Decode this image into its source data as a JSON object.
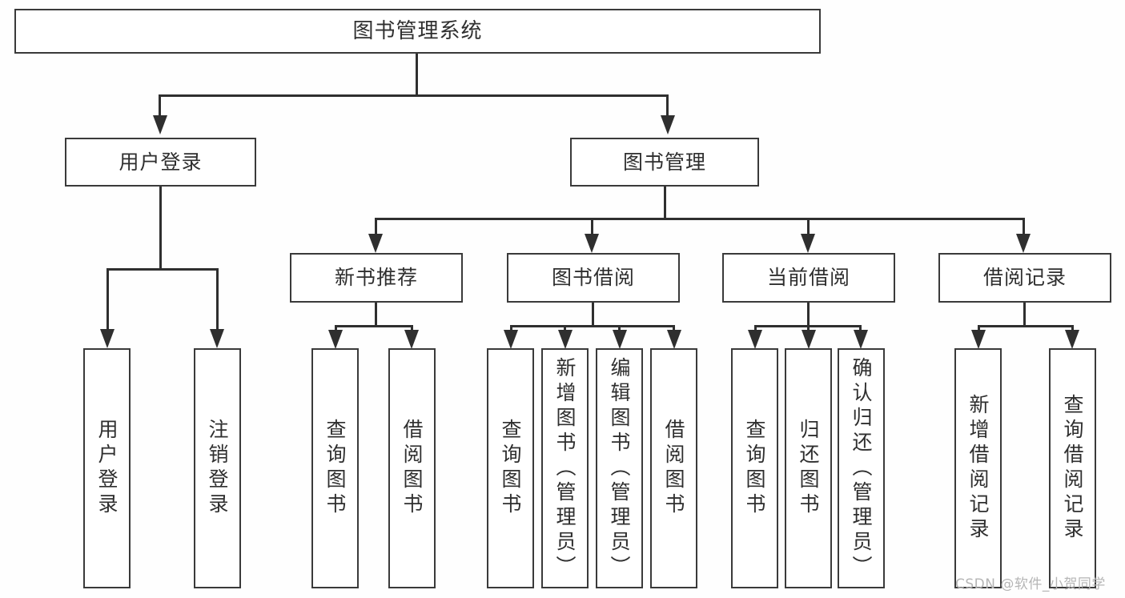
{
  "diagram": {
    "title": "图书管理系统",
    "type": "tree-hierarchy-chart",
    "root": {
      "label": "图书管理系统"
    },
    "level1": [
      {
        "label": "用户登录"
      },
      {
        "label": "图书管理"
      }
    ],
    "level2": [
      {
        "label": "新书推荐"
      },
      {
        "label": "图书借阅"
      },
      {
        "label": "当前借阅"
      },
      {
        "label": "借阅记录"
      }
    ],
    "leaves": {
      "user_login": [
        {
          "label": "用户登录"
        },
        {
          "label": "注销登录"
        }
      ],
      "new_book_recommend": [
        {
          "label": "查询图书"
        },
        {
          "label": "借阅图书"
        }
      ],
      "book_borrow": [
        {
          "label": "查询图书"
        },
        {
          "label": "新增图书（管理员）"
        },
        {
          "label": "编辑图书（管理员）"
        },
        {
          "label": "借阅图书"
        }
      ],
      "current_borrow": [
        {
          "label": "查询图书"
        },
        {
          "label": "归还图书"
        },
        {
          "label": "确认归还（管理员）"
        }
      ],
      "borrow_record": [
        {
          "label": "新增借阅记录"
        },
        {
          "label": "查询借阅记录"
        }
      ]
    }
  },
  "watermark": {
    "text": "CSDN @软件_小贺同学"
  },
  "colors": {
    "stroke": "#3a3a3a",
    "text": "#2f2f2f",
    "background": "#fefefe",
    "watermark": "#b5b5b5"
  }
}
